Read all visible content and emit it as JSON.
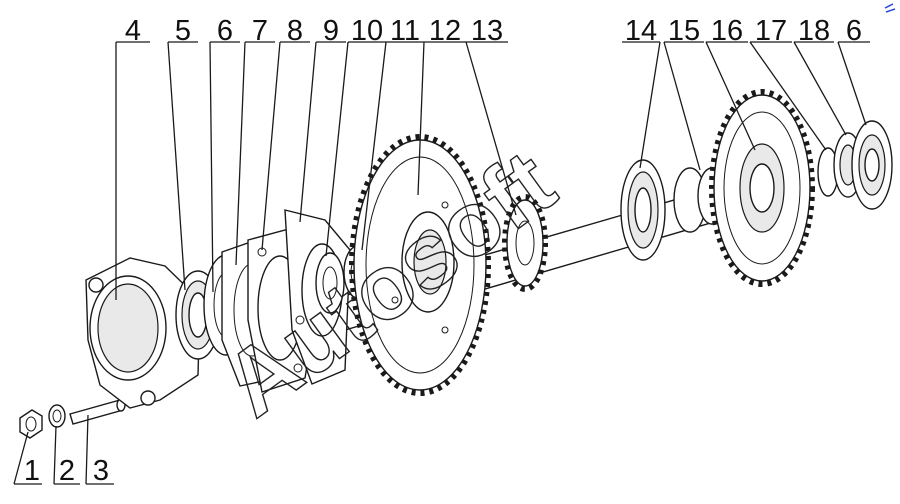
{
  "callouts": [
    {
      "label": "4"
    },
    {
      "label": "5"
    },
    {
      "label": "6"
    },
    {
      "label": "7"
    },
    {
      "label": "8"
    },
    {
      "label": "9"
    },
    {
      "label": "10"
    },
    {
      "label": "11"
    },
    {
      "label": "12"
    },
    {
      "label": "13"
    },
    {
      "label": "14"
    },
    {
      "label": "15"
    },
    {
      "label": "16"
    },
    {
      "label": "17"
    },
    {
      "label": "18"
    },
    {
      "label": "6"
    },
    {
      "label": "1"
    },
    {
      "label": "2"
    },
    {
      "label": "3"
    }
  ],
  "watermark": {
    "text": "Autosoft"
  }
}
